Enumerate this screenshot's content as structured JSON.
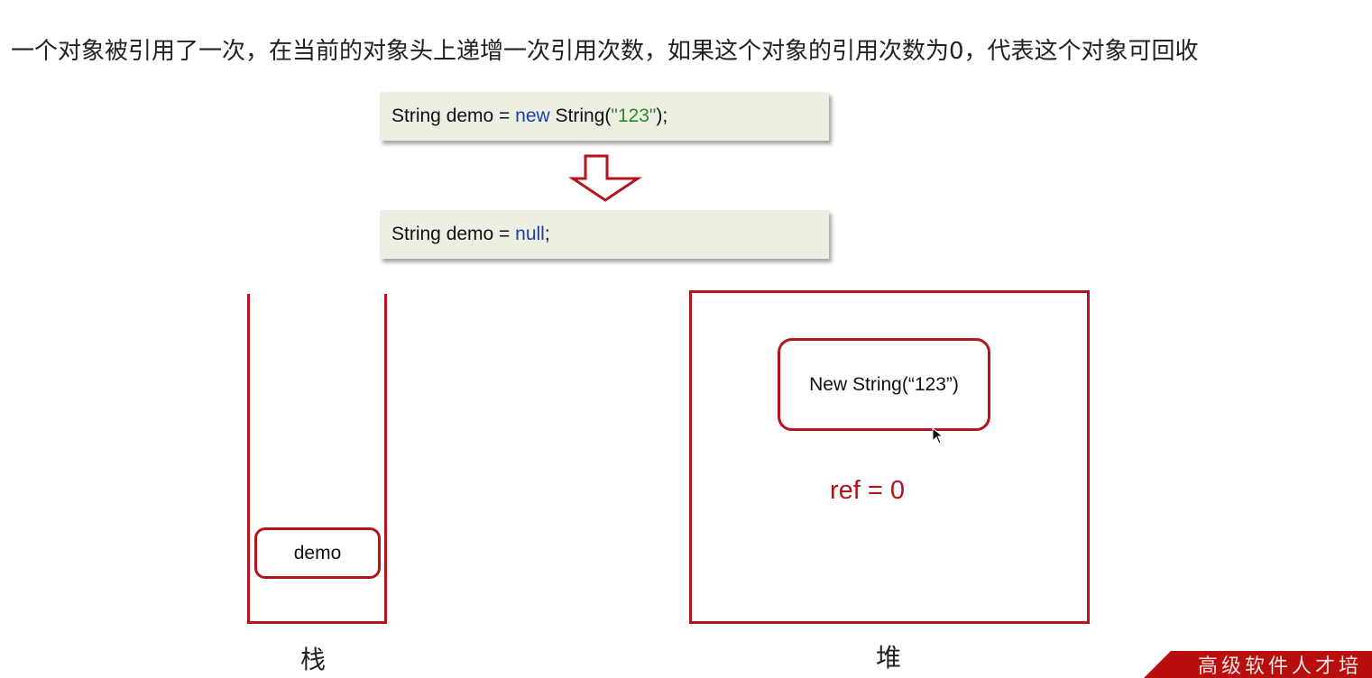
{
  "title": "一个对象被引用了一次，在当前的对象头上递增一次引用次数，如果这个对象的引用次数为0，代表这个对象可回收",
  "code1": {
    "a": "String demo = ",
    "kw": "new",
    "b": " String(",
    "str": "\"123\"",
    "c": ");"
  },
  "code2": {
    "a": "String demo = ",
    "kw": "null",
    "c": ";"
  },
  "stack": {
    "item": "demo",
    "label": "栈"
  },
  "heap": {
    "object": "New String(“123”)",
    "ref_label": "ref = ",
    "ref_value": "0",
    "label": "堆"
  },
  "banner": "高级软件人才培"
}
